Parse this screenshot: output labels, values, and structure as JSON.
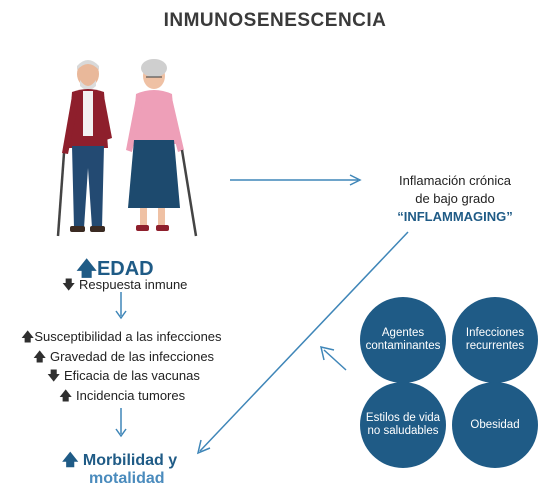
{
  "title": "INMUNOSENESCENCIA",
  "edad": {
    "arrow": "up",
    "label": "EDAD"
  },
  "respuesta": {
    "arrow": "down",
    "text": "Respuesta inmune"
  },
  "effects": [
    {
      "arrow": "up",
      "text": "Susceptibilidad a las infecciones"
    },
    {
      "arrow": "up",
      "text": "Gravedad de las infecciones"
    },
    {
      "arrow": "down",
      "text": "Eficacia de las vacunas"
    },
    {
      "arrow": "up",
      "text": "Incidencia tumores"
    }
  ],
  "outcome": {
    "line1": "Morbilidad y",
    "line2": "motalidad"
  },
  "inflammation": {
    "line1": "Inflamación crónica",
    "line2": "de bajo grado",
    "term": "“INFLAMMAGING”"
  },
  "factors": [
    "Agentes contaminantes",
    "Infecciones recurrentes",
    "Estilos de vida no saludables",
    "Obesidad"
  ],
  "colors": {
    "accent": "#1f5b86",
    "accent_light": "#4a8bbd",
    "arrow_line": "#3f86b8"
  }
}
